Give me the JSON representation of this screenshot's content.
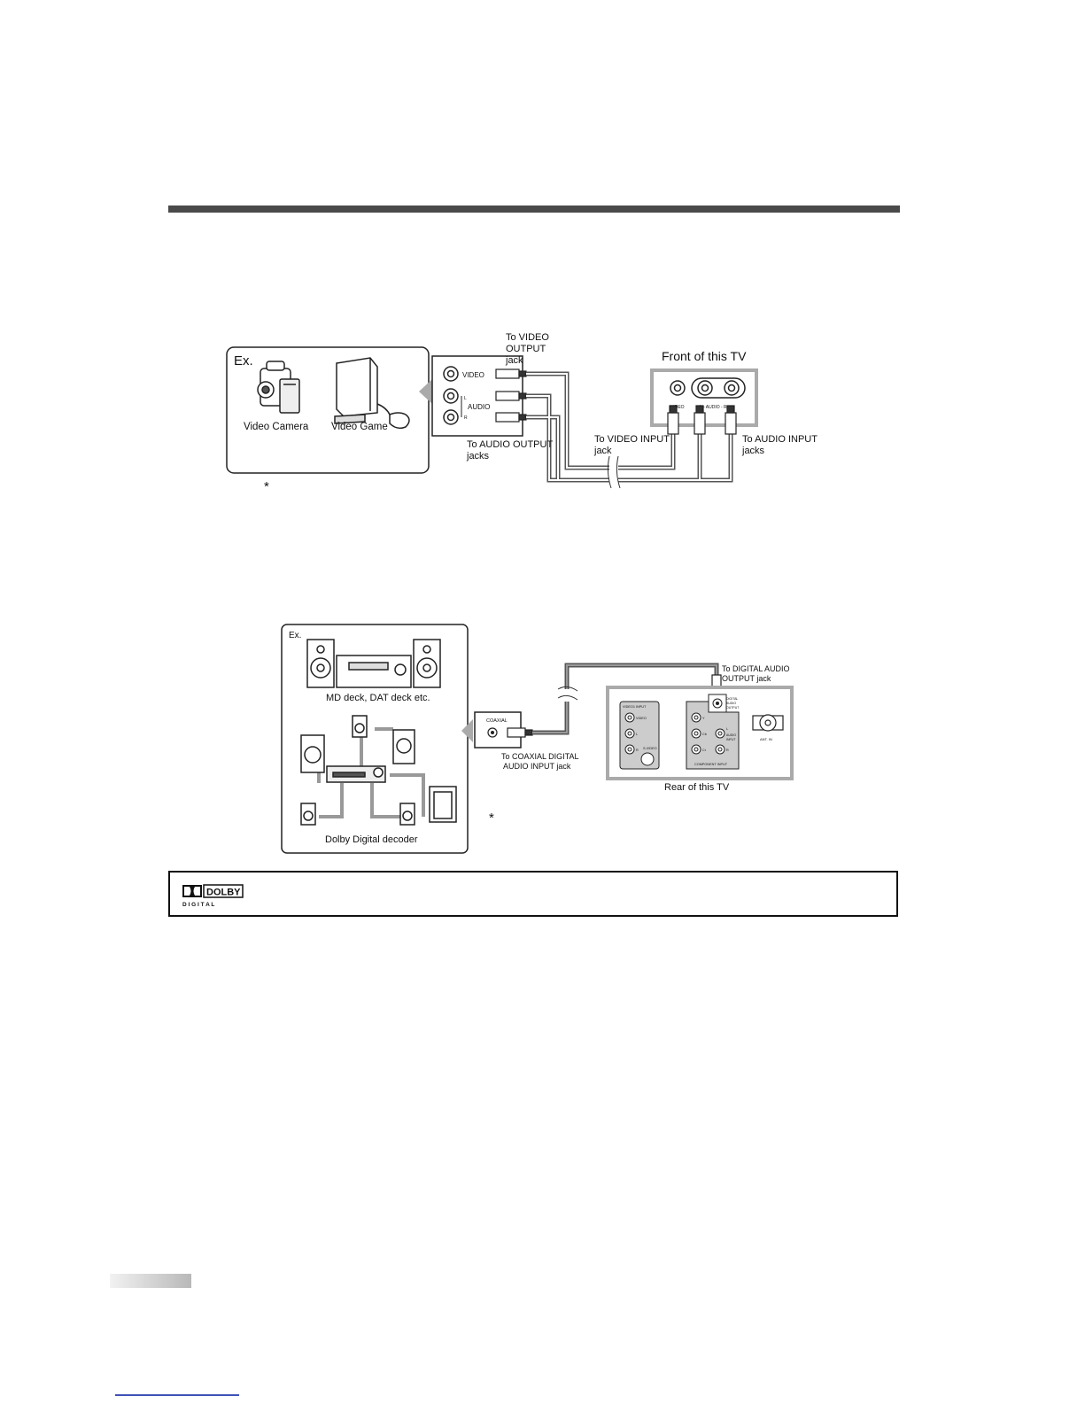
{
  "diagram1": {
    "ex_label": "Ex.",
    "device1": "Video Camera",
    "device2": "Video Game",
    "output_panel": {
      "video": "VIDEO",
      "audio": "AUDIO",
      "l": "L",
      "r": "R"
    },
    "callout_video_output": [
      "To VIDEO",
      "OUTPUT",
      "jack"
    ],
    "callout_audio_output": [
      "To AUDIO OUTPUT",
      "jacks"
    ],
    "tv_front_title": "Front of this TV",
    "tv_panel": {
      "video": "VIDEO",
      "audio": "L - AUDIO - R"
    },
    "callout_video_input": [
      "To VIDEO INPUT",
      "jack"
    ],
    "callout_audio_input": [
      "To AUDIO INPUT",
      "jacks"
    ],
    "asterisk": "*"
  },
  "diagram2": {
    "ex_label": "Ex.",
    "device1": "MD deck, DAT deck etc.",
    "device2": "Dolby Digital decoder",
    "coaxial_label": "COAXIAL",
    "callout_coaxial": [
      "To COAXIAL DIGITAL",
      "AUDIO INPUT jack"
    ],
    "callout_digital_output": [
      "To DIGITAL AUDIO",
      "OUTPUT jack"
    ],
    "tv_rear_title": "Rear of this TV",
    "rear_panel": {
      "video1_input": "VIDEO1 INPUT",
      "video": "VIDEO",
      "s_video": "S-VIDEO",
      "digital_audio_output": [
        "DIGITAL",
        "AUDIO",
        "OUTPUT"
      ],
      "audio_input": [
        "AUDIO",
        "INPUT"
      ],
      "component_input": "COMPONENT INPUT",
      "ant_in": "ANT. IN",
      "y": "Y",
      "cb": "Cb",
      "cr": "Cr",
      "l": "L",
      "r": "R"
    },
    "asterisk": "*"
  },
  "dolby_logo": {
    "word": "DOLBY",
    "sub": "D I G I T A L"
  }
}
